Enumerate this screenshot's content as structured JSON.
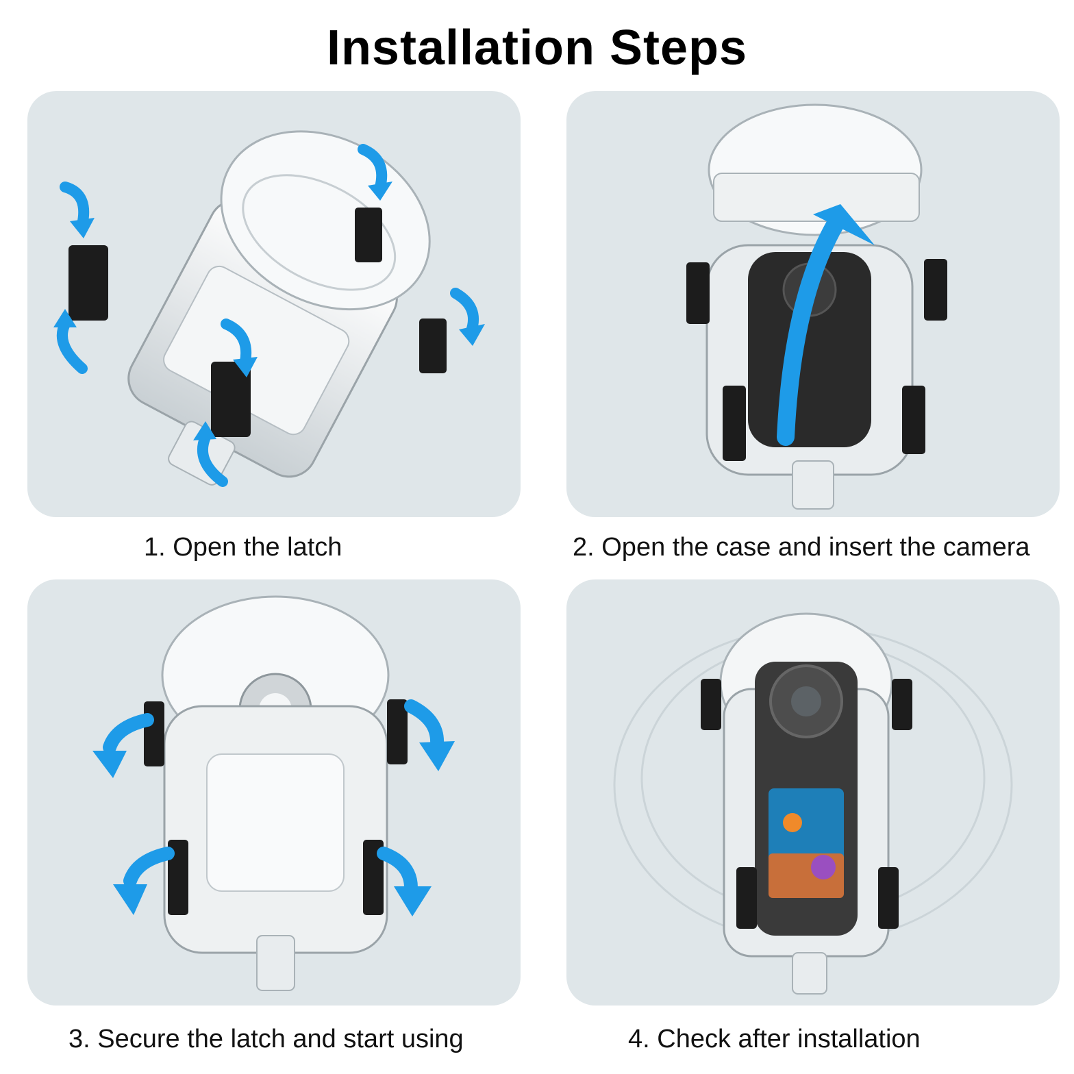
{
  "title": "Installation Steps",
  "steps": [
    {
      "caption": "1. Open the latch"
    },
    {
      "caption": "2. Open the case and insert the camera"
    },
    {
      "caption": "3. Secure the latch and start using"
    },
    {
      "caption": "4. Check after installation"
    }
  ],
  "colors": {
    "panel_background": "#dfe6e9",
    "arrow": "#1e9be8",
    "latch": "#1c1c1c",
    "camera": "#2a2a2a"
  },
  "icons": [
    "rotate-arrow-icon",
    "up-arrow-icon",
    "latch-icon",
    "dome-lens-icon"
  ]
}
